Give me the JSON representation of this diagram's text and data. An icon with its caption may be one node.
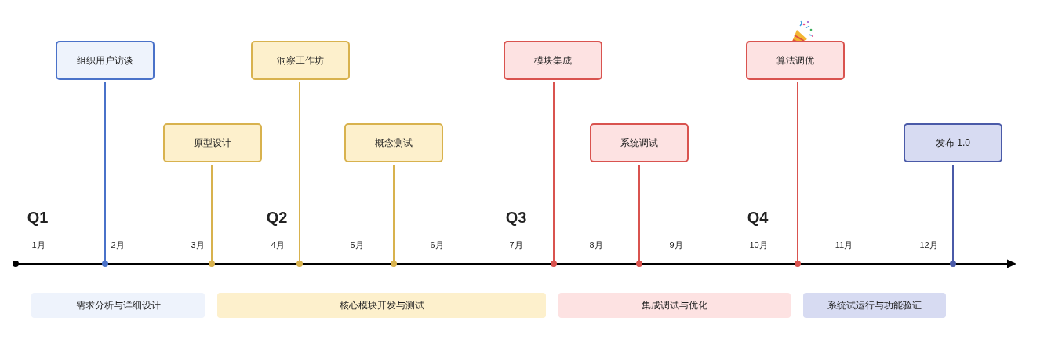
{
  "diagram": {
    "nodes": [
      {
        "text": [
          "组织用户访谈"
        ]
      },
      {
        "text": [
          "原型设计"
        ]
      },
      {
        "text": [
          "洞察工作坊"
        ]
      },
      {
        "text": [
          "概念测试"
        ]
      },
      {
        "text": [
          "模块集成"
        ]
      },
      {
        "text": [
          "系统调试"
        ]
      },
      {
        "text": [
          "算法调优"
        ]
      },
      {
        "text": [
          "发布 1.0"
        ]
      },
      {
        "text": [],
        "shape": "circle"
      },
      {
        "text": [],
        "shape": "circle"
      },
      {
        "text": [],
        "shape": "circle"
      },
      {
        "text": [],
        "shape": "circle"
      },
      {
        "text": [],
        "shape": "circle"
      },
      {
        "text": [],
        "shape": "circle"
      },
      {
        "text": [],
        "shape": "circle"
      },
      {
        "text": [],
        "shape": "circle"
      },
      {
        "text": [
          "需求分析与详细设计"
        ]
      },
      {
        "text": [
          "核心模块开发与测试"
        ]
      },
      {
        "text": [
          "集成调试与优化"
        ]
      },
      {
        "text": [
          "系统试运行与功能验证"
        ]
      }
    ],
    "edges": [
      {
        "from": 0,
        "to": 8,
        "arrow": "none",
        "color": "#4a72c9"
      },
      {
        "from": 1,
        "to": 9,
        "arrow": "none",
        "color": "#d8b24e"
      },
      {
        "from": 2,
        "to": 10,
        "arrow": "none",
        "color": "#d8b24e"
      },
      {
        "from": 3,
        "to": 11,
        "arrow": "none",
        "color": "#d8b24e"
      },
      {
        "from": 4,
        "to": 12,
        "arrow": "none",
        "color": "#d9534f"
      },
      {
        "from": 5,
        "to": 13,
        "arrow": "none",
        "color": "#d9534f"
      },
      {
        "from": 6,
        "to": 14,
        "arrow": "none",
        "color": "#d9534f"
      },
      {
        "from": 7,
        "to": 15,
        "arrow": "none",
        "color": "#4a5aa8"
      }
    ],
    "labels": [
      "Q1",
      "Q2",
      "Q3",
      "Q4",
      "1月",
      "2月",
      "3月",
      "4月",
      "5月",
      "6月",
      "7月",
      "8月",
      "9月",
      "10月",
      "11月",
      "12月"
    ]
  }
}
